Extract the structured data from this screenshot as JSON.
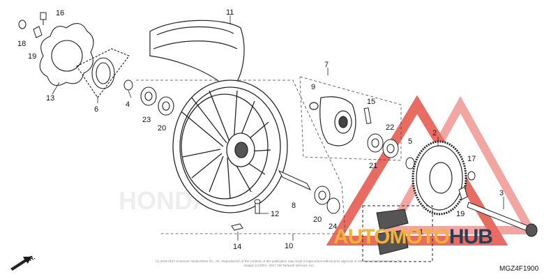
{
  "callouts": [
    "1",
    "2",
    "3",
    "4",
    "5",
    "6",
    "7",
    "8",
    "9",
    "10",
    "11",
    "12",
    "13",
    "14",
    "15",
    "16",
    "17",
    "18",
    "19",
    "19",
    "20",
    "20",
    "21",
    "22",
    "23",
    "24"
  ],
  "diagram_code": "MGZ4F1900",
  "direction_label": "FR.",
  "watermark": {
    "part1": "AUTO",
    "part2": "MOTO",
    "part3": "HUB"
  },
  "copyright_line1": "(c) 2012-2017 American Honda Motor Co., Inc. Reproduction of the contents of this publication may result in legal action without prior approval of American Honda Motor Co., Inc.",
  "copyright_line2": "Images (c) 2004 - 2017 ARI Network Services, Inc.",
  "colors": {
    "line": "#222222",
    "watermark_red": "#e23b2e",
    "watermark_orange": "#f3b237",
    "watermark_navy": "#2c3e57",
    "hub_dark": "#444444"
  }
}
